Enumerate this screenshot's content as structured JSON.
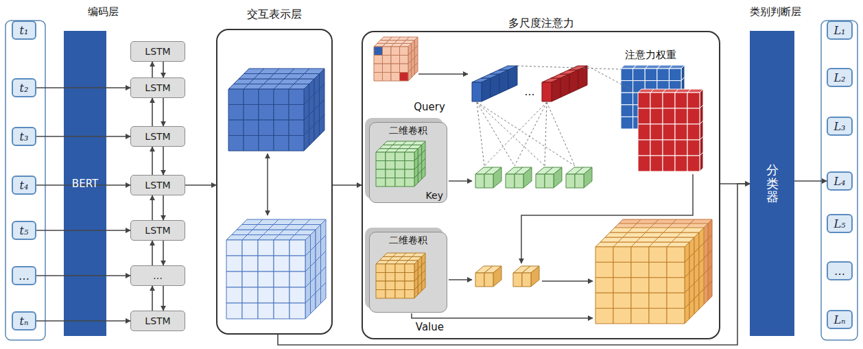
{
  "diagram": {
    "nodes": [
      {
        "text": [
          "t₁"
        ]
      },
      {
        "text": [
          "t₂"
        ]
      },
      {
        "text": [
          "t₃"
        ]
      },
      {
        "text": [
          "t₄"
        ]
      },
      {
        "text": [
          "t₅"
        ]
      },
      {
        "text": [
          "…"
        ]
      },
      {
        "text": [
          "tₙ"
        ]
      },
      {
        "text": [
          "BERT"
        ]
      },
      {
        "text": [
          "LSTM"
        ]
      },
      {
        "text": [
          "LSTM"
        ]
      },
      {
        "text": [
          "LSTM"
        ]
      },
      {
        "text": [
          "LSTM"
        ]
      },
      {
        "text": [
          "LSTM"
        ]
      },
      {
        "text": [
          "…"
        ]
      },
      {
        "text": [
          "LSTM"
        ]
      },
      {
        "text": [
          "交互表示层"
        ]
      },
      {
        "text": [
          "多尺度注意力"
        ]
      },
      {
        "text": [
          "二维卷积",
          "Key"
        ],
        "in": 16
      },
      {
        "text": [
          "二维卷积",
          "Value"
        ],
        "in": 16
      },
      {
        "text": [
          "分类器"
        ]
      },
      {
        "text": [
          "L₁"
        ]
      },
      {
        "text": [
          "L₂"
        ]
      },
      {
        "text": [
          "L₃"
        ]
      },
      {
        "text": [
          "L₄"
        ]
      },
      {
        "text": [
          "L₅"
        ]
      },
      {
        "text": [
          "…"
        ]
      },
      {
        "text": [
          "Lₙ"
        ]
      }
    ],
    "edges": [
      {
        "from": 1,
        "to": 9,
        "arrow": "to"
      },
      {
        "from": 2,
        "to": 10,
        "arrow": "to"
      },
      {
        "from": 3,
        "to": 11,
        "arrow": "to"
      },
      {
        "from": 4,
        "to": 12,
        "arrow": "to"
      },
      {
        "from": 5,
        "to": 13,
        "arrow": "to"
      },
      {
        "from": 6,
        "to": 14,
        "arrow": "to"
      },
      {
        "from": 8,
        "to": 9,
        "arrow": "to"
      },
      {
        "from": 9,
        "to": 8,
        "arrow": "to"
      },
      {
        "from": 9,
        "to": 10,
        "arrow": "to"
      },
      {
        "from": 10,
        "to": 9,
        "arrow": "to"
      },
      {
        "from": 10,
        "to": 11,
        "arrow": "to"
      },
      {
        "from": 11,
        "to": 10,
        "arrow": "to"
      },
      {
        "from": 11,
        "to": 12,
        "arrow": "to"
      },
      {
        "from": 12,
        "to": 11,
        "arrow": "to"
      },
      {
        "from": 12,
        "to": 13,
        "arrow": "to"
      },
      {
        "from": 13,
        "to": 12,
        "arrow": "to"
      },
      {
        "from": 13,
        "to": 14,
        "arrow": "to"
      },
      {
        "from": 14,
        "to": 13,
        "arrow": "to"
      },
      {
        "from": 11,
        "to": 15,
        "arrow": "to"
      },
      {
        "from": 15,
        "to": 16,
        "arrow": "to"
      },
      {
        "from": 16,
        "to": 19,
        "arrow": "to"
      },
      {
        "from": 15,
        "to": 19,
        "arrow": "to"
      },
      {
        "from": 19,
        "to": 23,
        "arrow": "to"
      }
    ],
    "labels": [
      "编码层",
      "Query",
      "…",
      "注意力权重",
      "类别判断层"
    ]
  }
}
